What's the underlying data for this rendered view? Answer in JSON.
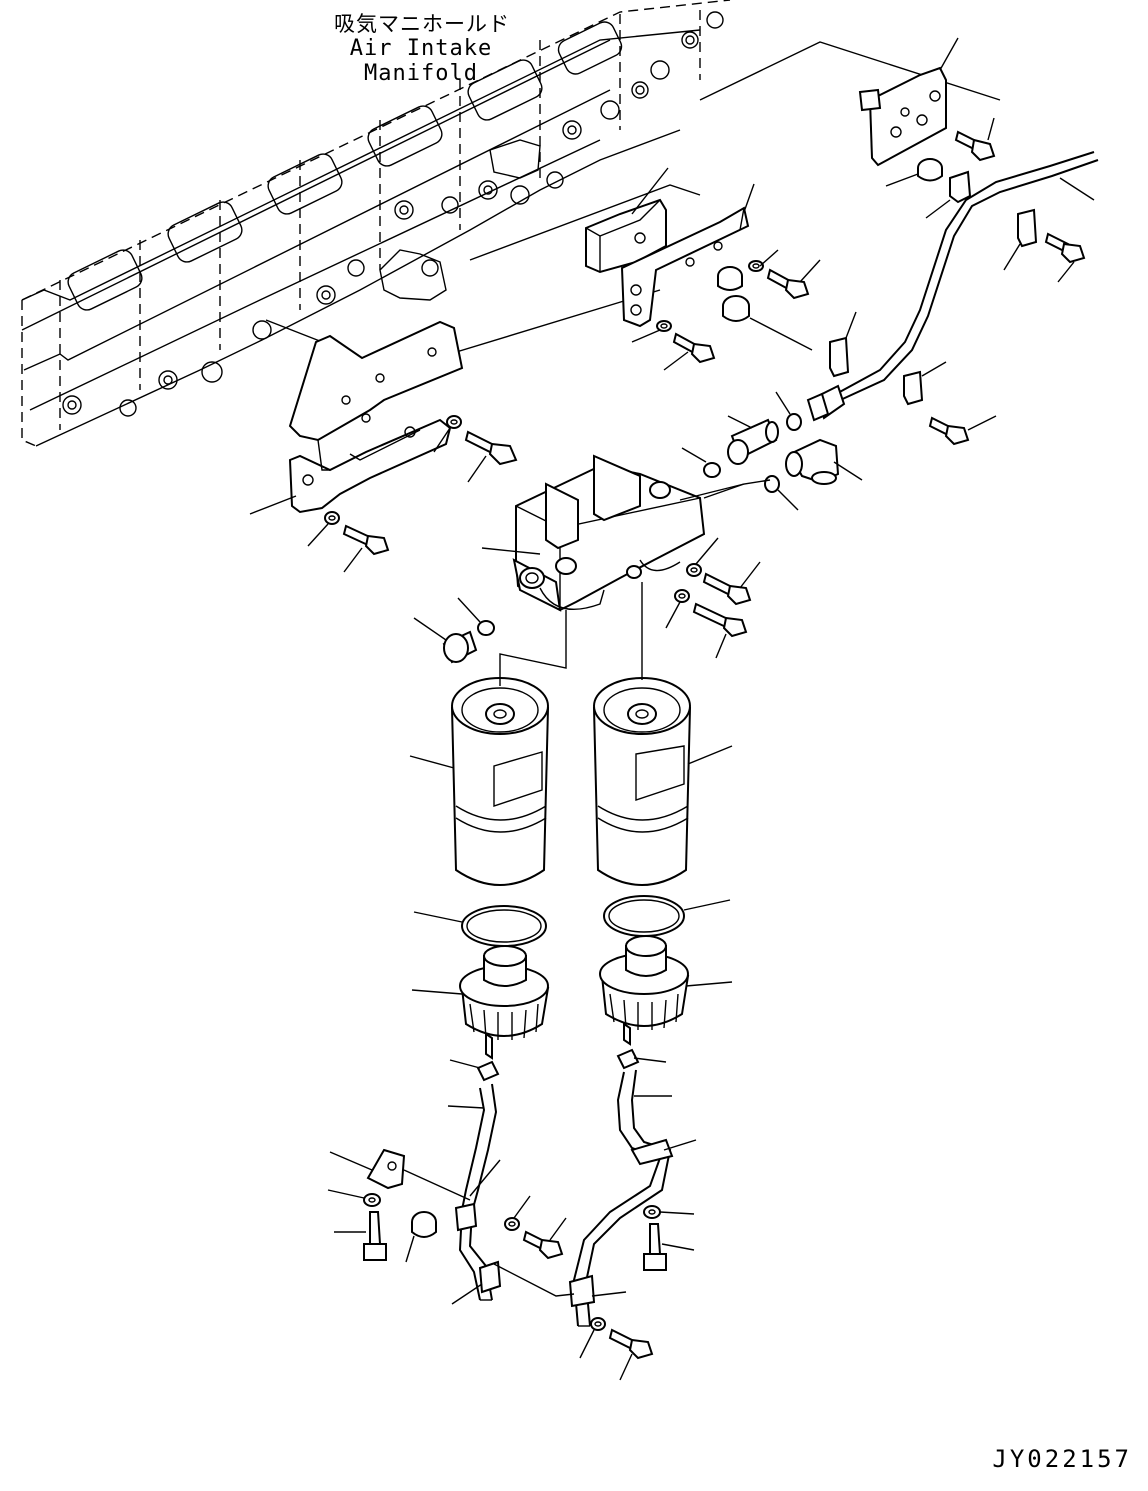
{
  "title_jp": "吸気マニホールド",
  "title_en": "Air Intake Manifold",
  "drawing_number": "JY022157",
  "icons": [
    "engine-block-outline",
    "bracket",
    "bolt",
    "washer",
    "spacer",
    "fuel-filter-head",
    "fuel-filter-element",
    "o-ring",
    "filter-bowl",
    "drain-hose",
    "clamp",
    "fuel-pipe",
    "plug",
    "elbow-fitting",
    "connector"
  ]
}
